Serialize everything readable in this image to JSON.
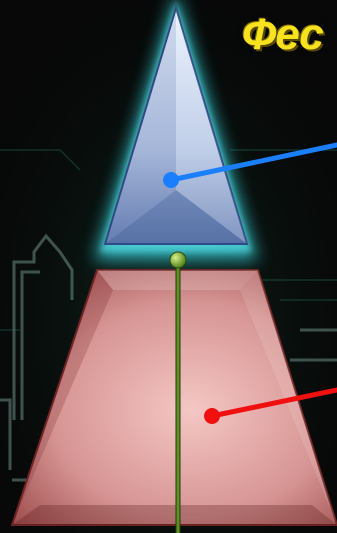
{
  "title_text": "Фес",
  "colors": {
    "background": "#070807",
    "glow": "#3fd9e6",
    "triangle": "#b7c8e8",
    "trapezoid": "#c98686",
    "axis": "#4f7a1e",
    "blue_pointer": "#1a7fff",
    "red_pointer": "#f01010",
    "title": "#f6e21e"
  },
  "icons": {
    "blue_marker": "dot",
    "red_marker": "dot",
    "axis_top": "ball"
  }
}
